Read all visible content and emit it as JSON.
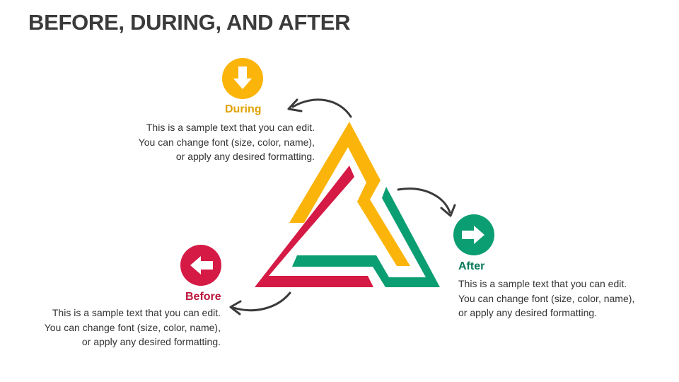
{
  "title": "BEFORE, DURING, AND AFTER",
  "colors": {
    "before": "#d51a45",
    "during": "#fbb40a",
    "after": "#0a9e72",
    "during_label": "#e0a200",
    "after_label": "#08795a",
    "before_label": "#b8163b",
    "arrow": "#3a3a3a",
    "text": "#333333"
  },
  "stages": {
    "during": {
      "label": "During",
      "icon": "down-arrow-icon",
      "lines": [
        "This is a sample text that you can edit.",
        "You can change font (size, color, name),",
        "or apply any desired formatting."
      ]
    },
    "after": {
      "label": "After",
      "icon": "right-arrow-icon",
      "lines": [
        "This is a sample text that you can edit.",
        "You can change font (size, color, name),",
        "or apply any desired formatting."
      ]
    },
    "before": {
      "label": "Before",
      "icon": "left-arrow-icon",
      "lines": [
        "This is a sample text that you can edit.",
        "You can change font (size, color, name),",
        "or apply any desired formatting."
      ]
    }
  }
}
